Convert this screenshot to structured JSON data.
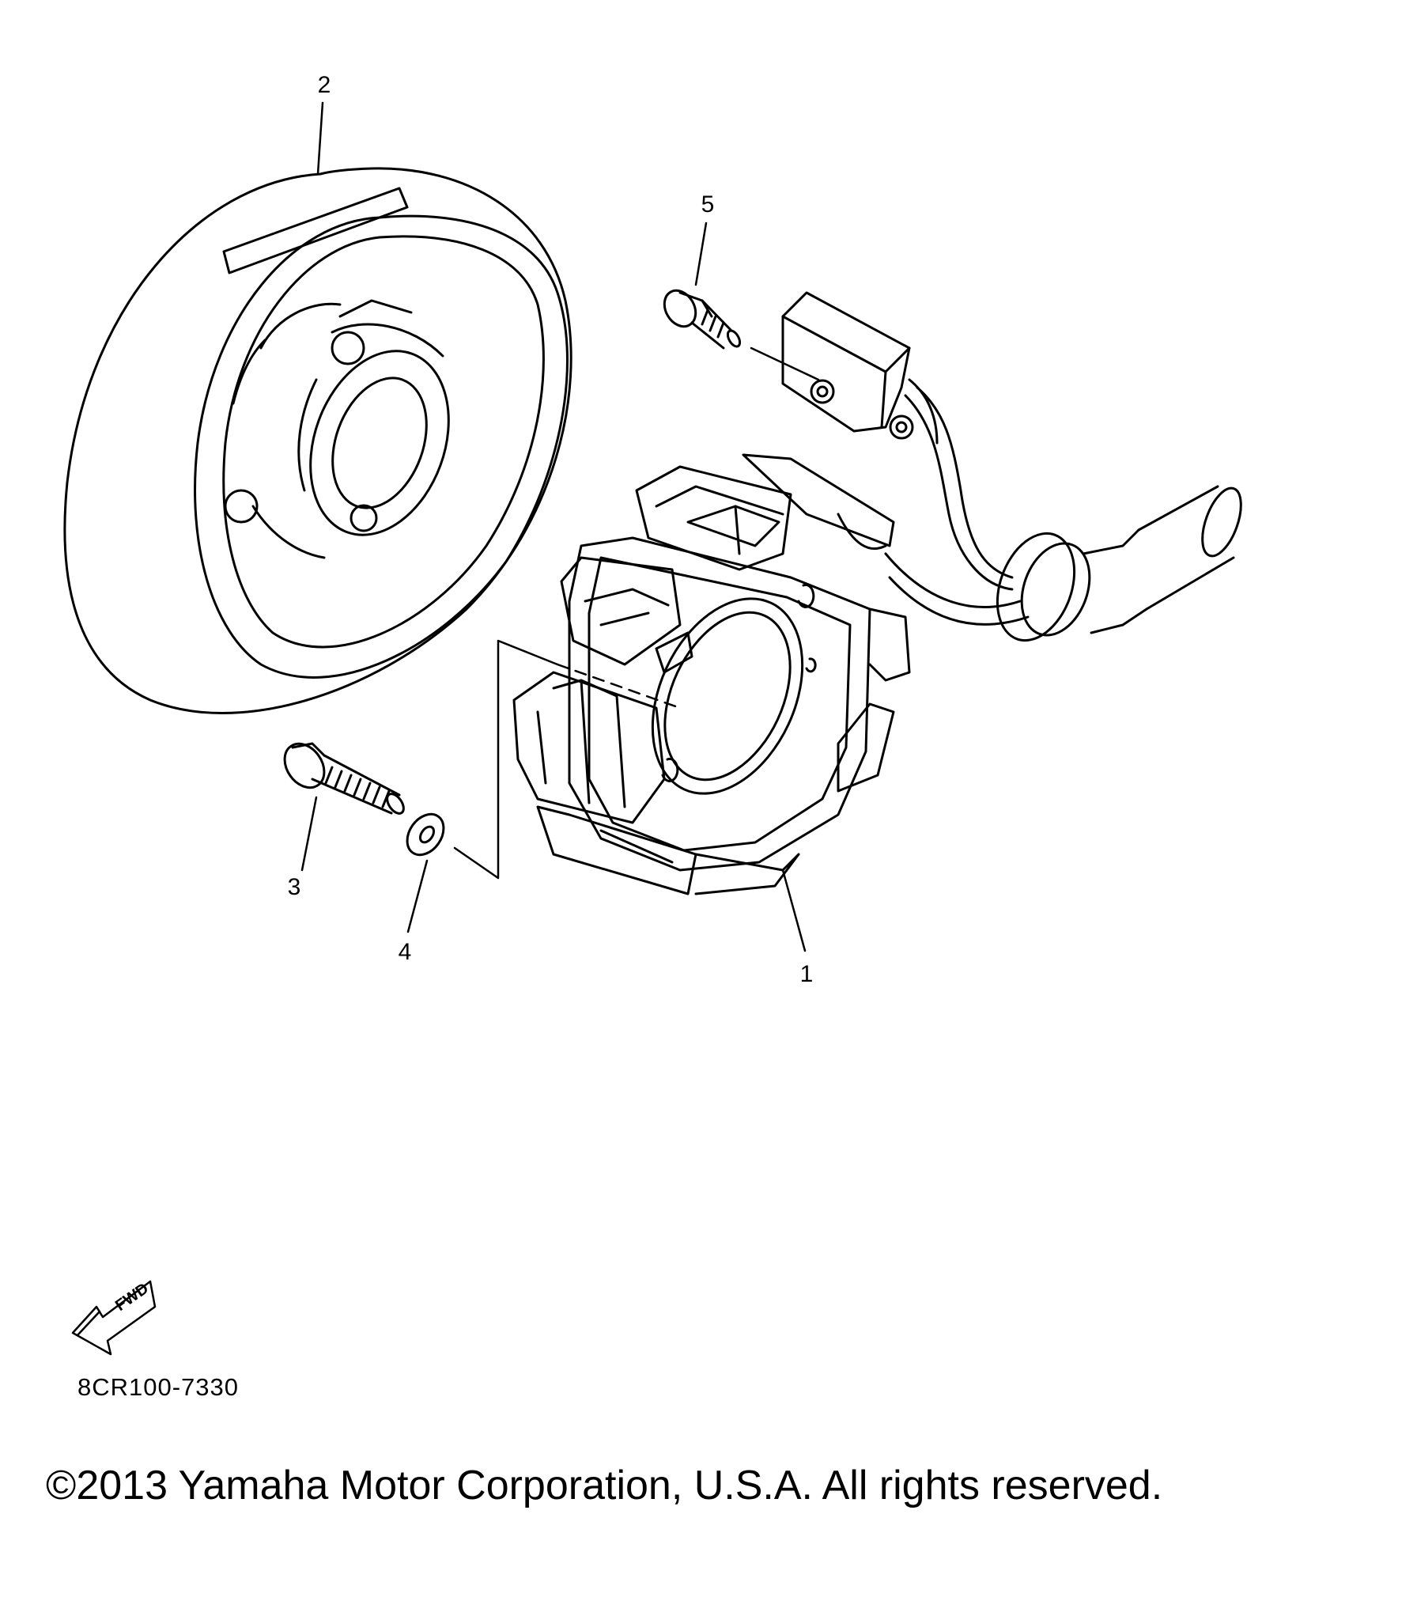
{
  "diagram": {
    "callouts": [
      {
        "id": "1",
        "label": "1"
      },
      {
        "id": "2",
        "label": "2"
      },
      {
        "id": "3",
        "label": "3"
      },
      {
        "id": "4",
        "label": "4"
      },
      {
        "id": "5",
        "label": "5"
      }
    ],
    "fwd_label": "FWD",
    "part_code": "8CR100-7330",
    "copyright": "©2013 Yamaha Motor Corporation, U.S.A. All rights reserved."
  },
  "colors": {
    "ink": "#000000",
    "paper": "#ffffff"
  }
}
